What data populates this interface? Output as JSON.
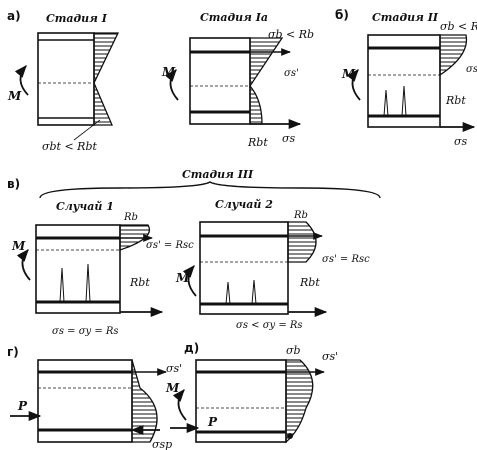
{
  "panels": {
    "a": {
      "letter": "а)",
      "stage1_title": "Стадия I",
      "stage1a_title": "Стадия Iа",
      "moment": "M",
      "sbt_rbt": "σbt < Rbt",
      "sb_rb": "σb < Rb",
      "ss_prime": "σs'",
      "rbt": "Rbt",
      "ss": "σs"
    },
    "b": {
      "letter": "б)",
      "title": "Стадия II",
      "sb_rb": "σb < Rb",
      "ss_prime": "σs'",
      "rbt": "Rbt",
      "moment": "M",
      "ss": "σs"
    },
    "v": {
      "letter": "в)",
      "title": "Стадия III",
      "case1": "Случай 1",
      "case2": "Случай 2",
      "rb1": "Rb",
      "rb2": "Rb",
      "ss_rsc": "σs' = Rsc",
      "rbt1": "Rbt",
      "ss_eq1": "σs = σy = Rs",
      "ss_rsc2": "σs' = Rsc",
      "rbt2": "Rbt",
      "ss_eq2": "σs < σy = Rs",
      "m1": "M",
      "m2": "M"
    },
    "g": {
      "letter": "г)",
      "ss_prime": "σs'",
      "p": "P",
      "ssp": "σsp"
    },
    "d": {
      "letter": "д)",
      "sb": "σb",
      "ss_prime": "σs'",
      "m": "M",
      "p": "P"
    }
  }
}
